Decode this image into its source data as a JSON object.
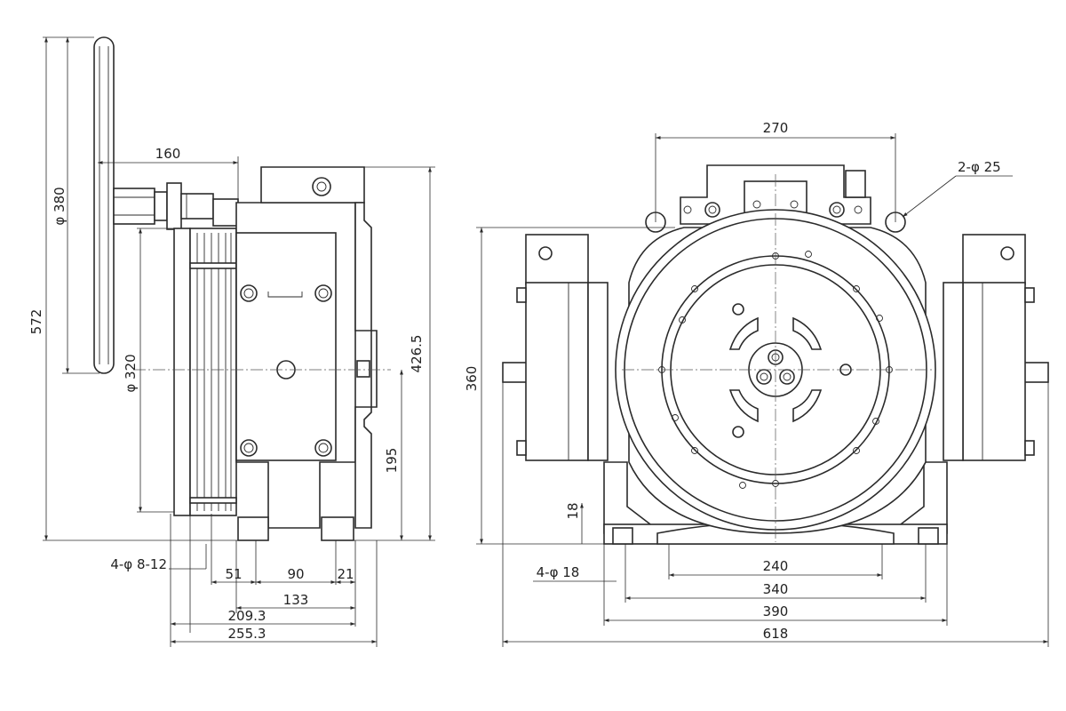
{
  "side_view": {
    "dims": {
      "handwheel_offset": "160",
      "handwheel_dia": "φ 380",
      "overall_height": "572",
      "sheave_dia": "φ 320",
      "body_height": "426.5",
      "shaft_height": "195",
      "mount_holes": "4-φ 8-12",
      "d51": "51",
      "d90": "90",
      "d21": "21",
      "d133": "133",
      "d209": "209.3",
      "d255": "255.3"
    }
  },
  "front_view": {
    "dims": {
      "top_width": "270",
      "top_holes": "2-φ 25",
      "overall_height": "360",
      "foot_height": "18",
      "foot_holes": "4-φ 18",
      "d240": "240",
      "d340": "340",
      "d390": "390",
      "d618": "618"
    }
  }
}
